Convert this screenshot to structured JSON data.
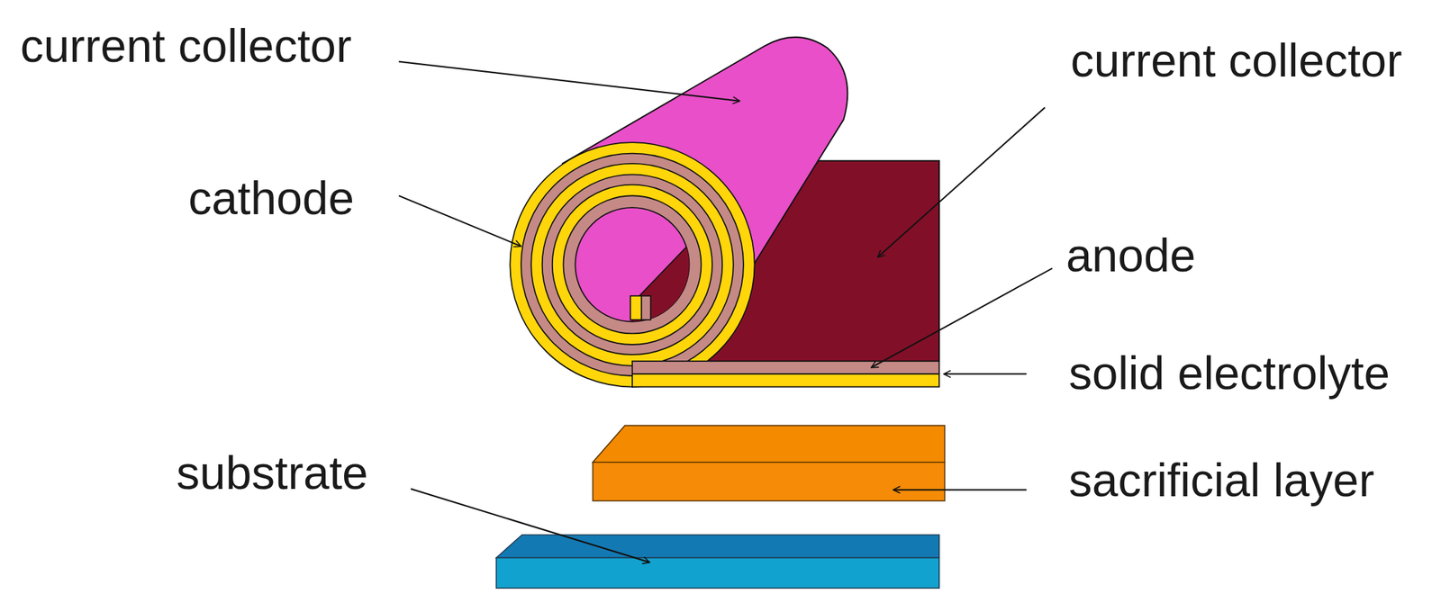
{
  "diagram": {
    "labels": [
      "current collector",
      "current collector",
      "cathode",
      "anode",
      "solid electrolyte",
      "substrate",
      "sacrificial layer"
    ]
  }
}
